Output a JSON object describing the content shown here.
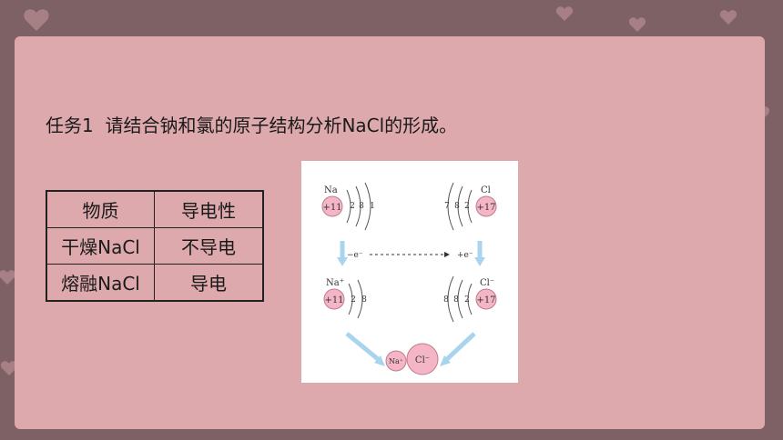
{
  "task": {
    "title": "任务1  请结合钠和氯的原子结构分析NaCl的形成。"
  },
  "table": {
    "headers": [
      "物质",
      "导电性"
    ],
    "rows": [
      [
        "干燥NaCl",
        "不导电"
      ],
      [
        "熔融NaCl",
        "导电"
      ]
    ]
  },
  "diagram": {
    "na_atom": {
      "symbol": "Na",
      "nucleus": "+11",
      "shells": [
        "2",
        "8",
        "1"
      ]
    },
    "cl_atom": {
      "symbol": "Cl",
      "nucleus": "+17",
      "shells": [
        "7",
        "8",
        "2"
      ]
    },
    "na_ion": {
      "symbol": "Na⁺",
      "nucleus": "+11",
      "shells": [
        "2",
        "8"
      ]
    },
    "cl_ion": {
      "symbol": "Cl⁻",
      "nucleus": "+17",
      "shells": [
        "8",
        "8",
        "2"
      ]
    },
    "lose_electron": "−e⁻",
    "gain_electron": "+e⁻",
    "pair": {
      "cation": "Na⁺",
      "anion": "Cl⁻"
    }
  },
  "colors": {
    "frame": "#7d6165",
    "panel": "#dda9ad",
    "nucleus_fill": "#f4b6c6",
    "arrow": "#a9d4ee"
  }
}
